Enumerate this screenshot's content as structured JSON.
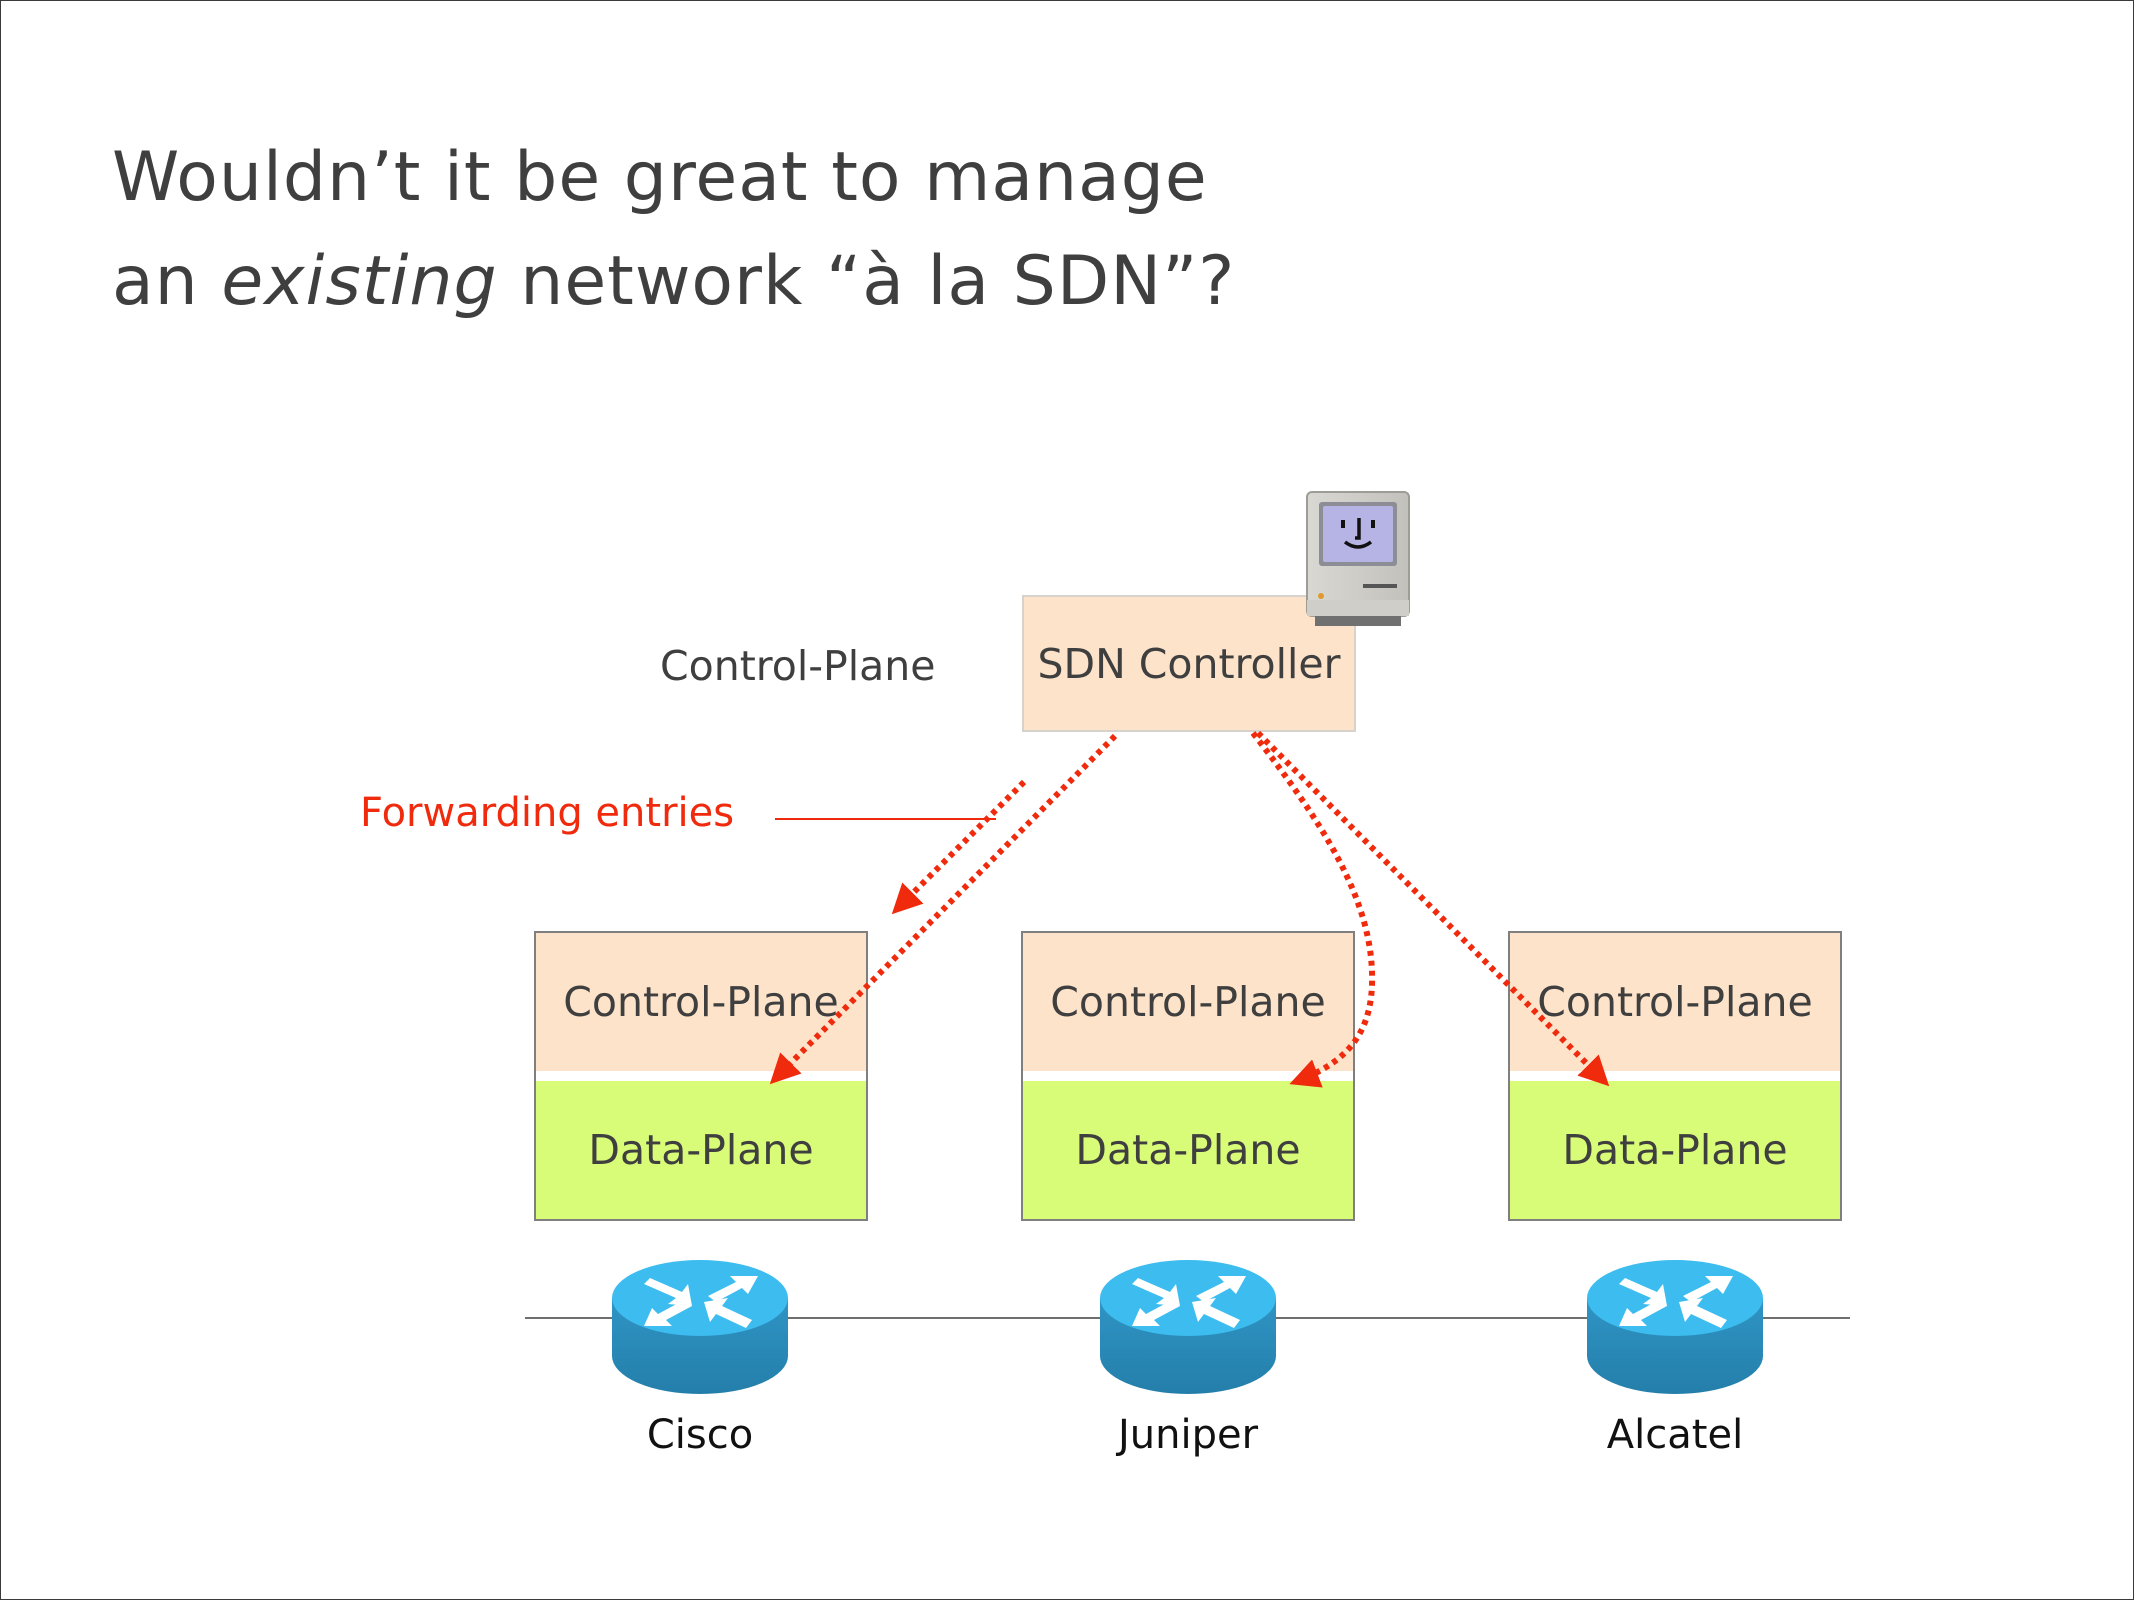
{
  "slide": {
    "title_line1": "Wouldn’t it be great to manage",
    "title_line2_pre": "an ",
    "title_line2_em": "existing",
    "title_line2_post": " network “à la SDN”?"
  },
  "diagram": {
    "control_plane_label": "Control-Plane",
    "controller": {
      "label": "SDN Controller",
      "icon": "classic-mac-computer-icon"
    },
    "annotation": {
      "label": "Forwarding entries",
      "color": "#f02a0c"
    },
    "devices": [
      {
        "vendor": "Cisco",
        "control_plane": "Control-Plane",
        "data_plane": "Data-Plane",
        "icon": "router-icon"
      },
      {
        "vendor": "Juniper",
        "control_plane": "Control-Plane",
        "data_plane": "Data-Plane",
        "icon": "router-icon"
      },
      {
        "vendor": "Alcatel",
        "control_plane": "Control-Plane",
        "data_plane": "Data-Plane",
        "icon": "router-icon"
      }
    ],
    "colors": {
      "control_plane_fill": "#fde3c9",
      "data_plane_fill": "#d8fb78",
      "arrow": "#f02a0c",
      "router_top": "#3dbcef",
      "router_side": "#2a8dbd"
    }
  }
}
